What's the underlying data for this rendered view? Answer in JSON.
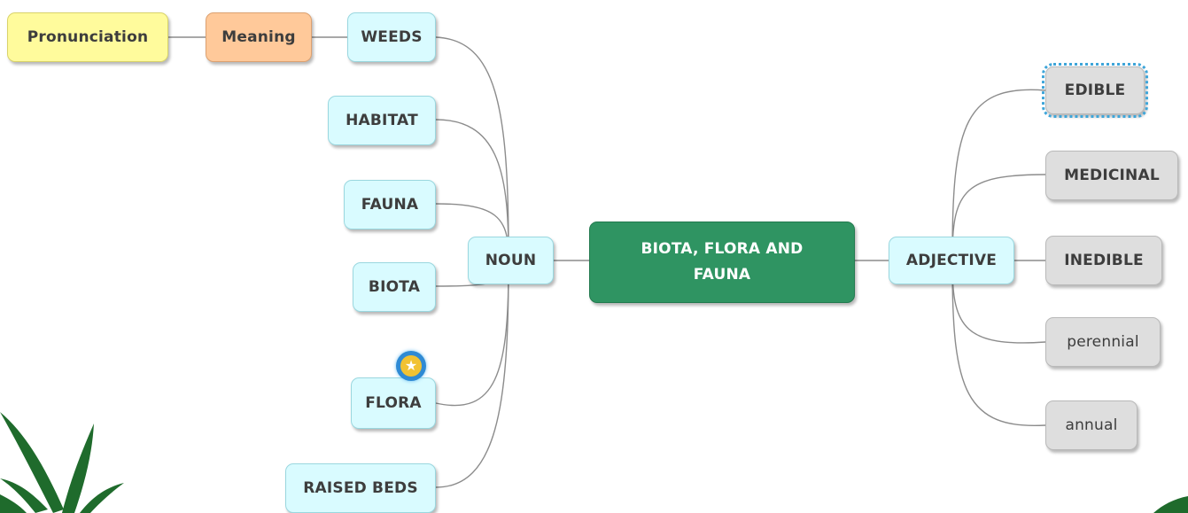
{
  "central": {
    "label": "BIOTA, FLORA AND FAUNA"
  },
  "left_branch": {
    "label": "NOUN",
    "children": [
      {
        "label": "WEEDS"
      },
      {
        "label": "HABITAT"
      },
      {
        "label": "FAUNA"
      },
      {
        "label": "BIOTA"
      },
      {
        "label": "FLORA"
      },
      {
        "label": "RAISED BEDS"
      }
    ],
    "weeds_chain": [
      {
        "label": "Meaning"
      },
      {
        "label": "Pronunciation"
      }
    ]
  },
  "right_branch": {
    "label": "ADJECTIVE",
    "children": [
      {
        "label": "EDIBLE"
      },
      {
        "label": "MEDICINAL"
      },
      {
        "label": "INEDIBLE"
      },
      {
        "label": "perennial"
      },
      {
        "label": "annual"
      }
    ]
  },
  "colors": {
    "central": "#2f9462",
    "branch_node": "#d9fbff",
    "leaf_node_right": "#dedede",
    "meaning_node": "#ffc99a",
    "pronunciation_node": "#fffb9c",
    "leaf_decoration": "#1f6b2c"
  },
  "icons": {
    "flora_badge": "star-icon"
  }
}
